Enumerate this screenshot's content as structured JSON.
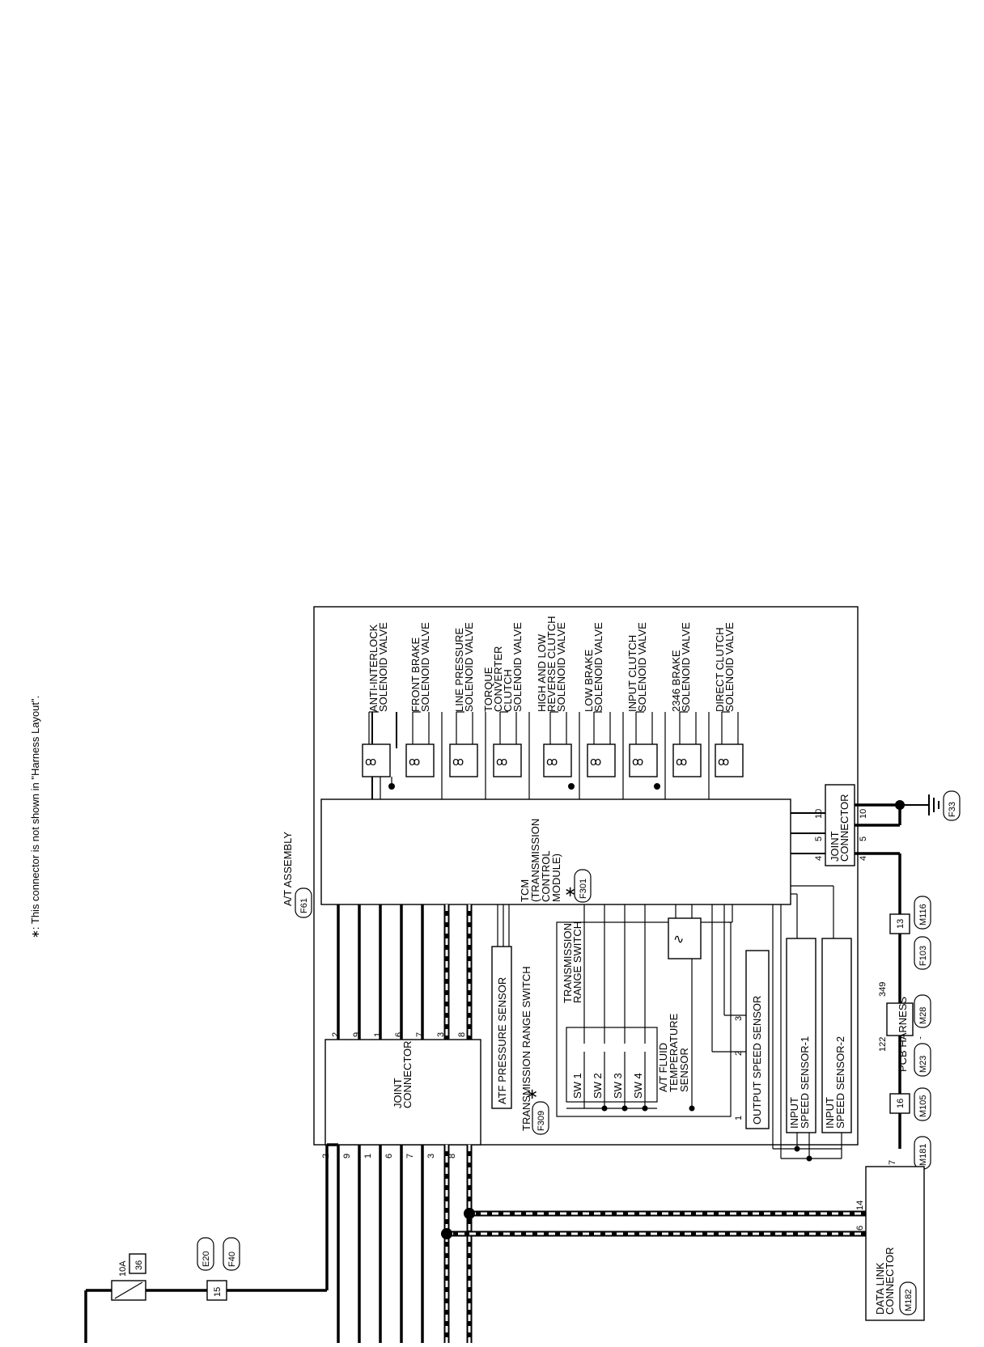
{
  "note": "∗: This connector is not shown in \"Harness Layout\".",
  "assembly": {
    "title": "A/T ASSEMBLY",
    "connector": "F61"
  },
  "tcm": {
    "line1": "TCM",
    "line2": "(TRANSMISSION",
    "line3": "CONTROL",
    "line4": "MODULE)",
    "star": "∗",
    "connector": "F301"
  },
  "solenoids": [
    {
      "line1": "ANTI-INTERLOCK",
      "line2": "SOLENOID VALVE",
      "line3": ""
    },
    {
      "line1": "FRONT BRAKE",
      "line2": "SOLENOID VALVE",
      "line3": ""
    },
    {
      "line1": "LINE PRESSURE",
      "line2": "SOLENOID VALVE",
      "line3": ""
    },
    {
      "line1": "TORQUE",
      "line2": "CONVERTER",
      "line3": "CLUTCH",
      "line4": "SOLENOID VALVE"
    },
    {
      "line1": "HIGH AND LOW",
      "line2": "REVERSE CLUTCH",
      "line3": "SOLENOID VALVE"
    },
    {
      "line1": "LOW BRAKE",
      "line2": "SOLENOID VALVE",
      "line3": ""
    },
    {
      "line1": "INPUT CLUTCH",
      "line2": "SOLENOID VALVE",
      "line3": ""
    },
    {
      "line1": "2346 BRAKE",
      "line2": "SOLENOID VALVE",
      "line3": ""
    },
    {
      "line1": "DIRECT CLUTCH",
      "line2": "SOLENOID VALVE",
      "line3": ""
    }
  ],
  "joint_connector_right": {
    "line1": "JOINT",
    "line2": "CONNECTOR",
    "pins_left": [
      "10",
      "5",
      "4"
    ],
    "pins_right": [
      "10",
      "5",
      "4"
    ]
  },
  "ground": {
    "connector": "F33"
  },
  "joint_connector_left": {
    "line1": "JOINT",
    "line2": "CONNECTOR",
    "pins": [
      "2",
      "9",
      "1",
      "6",
      "7",
      "3",
      "8"
    ]
  },
  "atf_pressure_sensor": {
    "label": "ATF PRESSURE SENSOR"
  },
  "range_switch": {
    "title_line1": "TRANSMISSION",
    "title_line2": "RANGE SWITCH",
    "outside_label": "TRANSMISSION RANGE SWITCH",
    "star": "∗",
    "connector": "F309",
    "switches": [
      "SW 1",
      "SW 2",
      "SW 3",
      "SW 4"
    ]
  },
  "fluid_temp_sensor": {
    "line1": "A/T FLUID",
    "line2": "TEMPERATURE",
    "line3": "SENSOR"
  },
  "output_speed_sensor": {
    "label": "OUTPUT SPEED SENSOR",
    "pins": [
      "1",
      "2",
      "3"
    ]
  },
  "input_speed_sensor_1": {
    "line1": "INPUT",
    "line2": "SPEED SENSOR-1"
  },
  "input_speed_sensor_2": {
    "line1": "INPUT",
    "line2": "SPEED SENSOR-2"
  },
  "pcb_harness": {
    "label": "PCB HARNESS",
    "pin_left": "122",
    "pin_right": "349",
    "conn1": "M23",
    "conn2": "M28",
    "sep": ","
  },
  "connector_13": {
    "pin": "13",
    "conn_a": "M116",
    "conn_b": "F103"
  },
  "connector_16": {
    "pin": "16",
    "conn_a": "M105",
    "conn_b": "M181"
  },
  "data_link_connector": {
    "line1": "DATA LINK",
    "line2": "CONNECTOR",
    "connector": "M182",
    "pin_top": "7",
    "pins_left": [
      "6",
      "14"
    ]
  },
  "fuse": {
    "rating": "10A",
    "number": "36"
  },
  "connector_15": {
    "pin": "15",
    "conn_a": "E20",
    "conn_b": "F40"
  }
}
